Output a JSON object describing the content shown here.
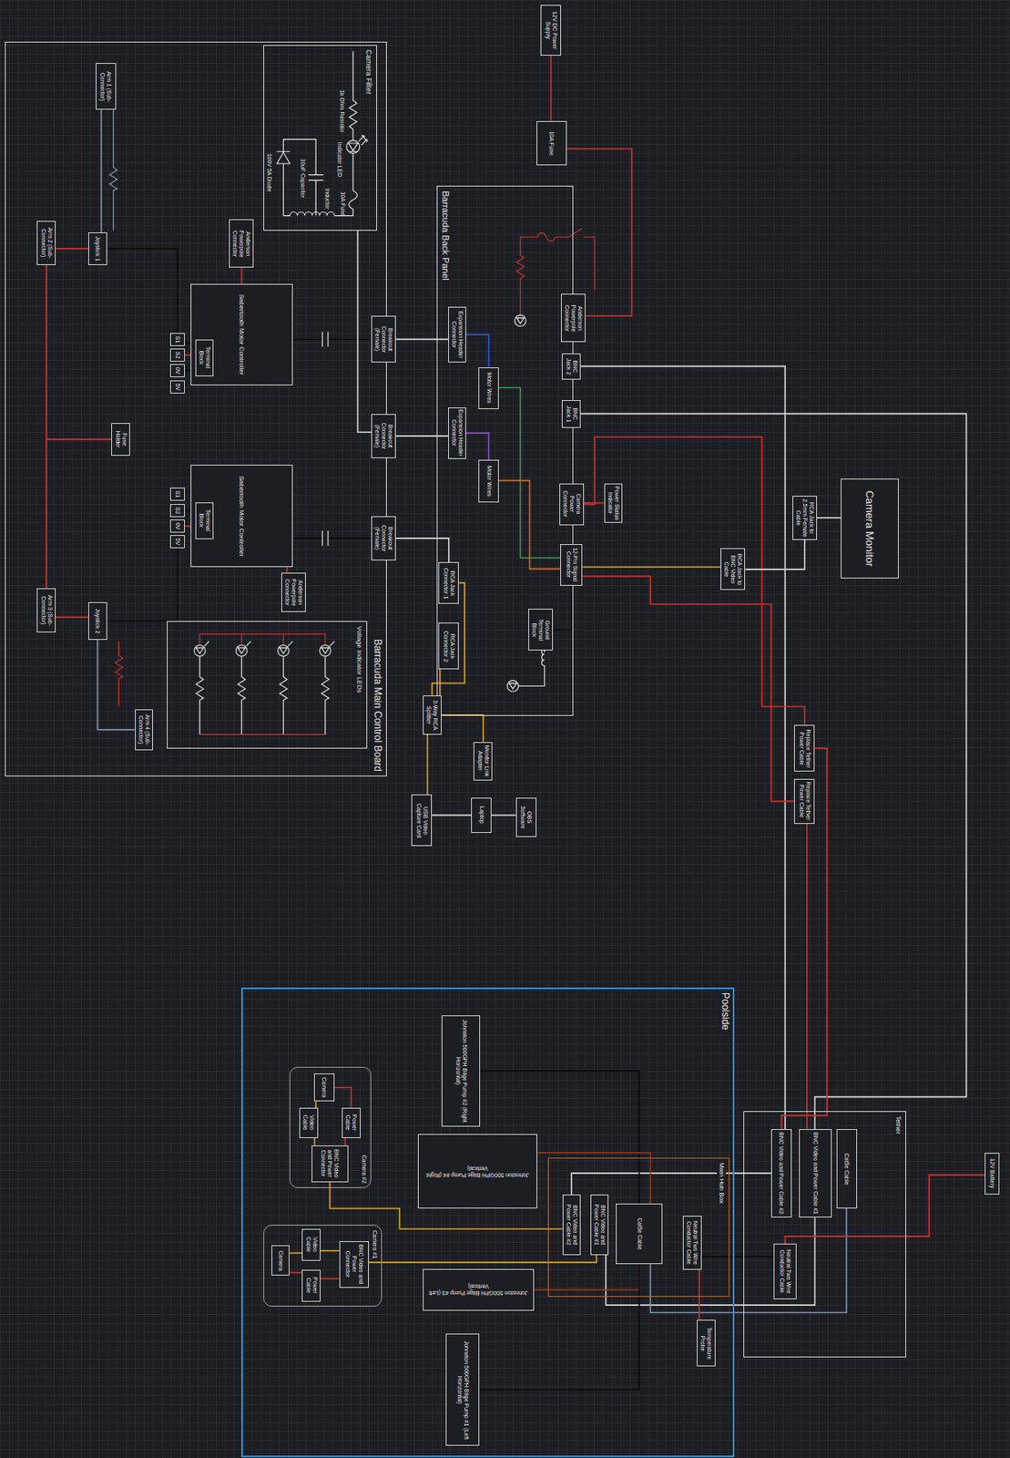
{
  "diagram": {
    "nodes": [
      {
        "text": [
          "Barracuda Main Control Board"
        ]
      },
      {
        "text": [
          "Camera Filter"
        ],
        "in": 0
      },
      {
        "text": [
          "Arm 1 (Sub-Connector)"
        ],
        "in": 0
      },
      {
        "text": [
          "Arm 2 (Sub-Connector)"
        ],
        "in": 0
      },
      {
        "text": [
          "Joystick 1"
        ],
        "in": 0
      },
      {
        "text": [
          "Anderson Powerpole Connector"
        ],
        "in": 0
      },
      {
        "text": [
          "Sabertooth Motor Controller"
        ],
        "in": 0
      },
      {
        "text": [
          "Terminal Block"
        ],
        "in": 6
      },
      {
        "text": [
          "S1"
        ],
        "in": 0
      },
      {
        "text": [
          "S2"
        ],
        "in": 0
      },
      {
        "text": [
          "0V"
        ],
        "in": 0
      },
      {
        "text": [
          "5V"
        ],
        "in": 0
      },
      {
        "text": [
          "Fuse Holder"
        ],
        "in": 0
      },
      {
        "text": [
          "Sabertooth Motor Controller"
        ],
        "in": 0
      },
      {
        "text": [
          "Terminal Block"
        ],
        "in": 13
      },
      {
        "text": [
          "S1"
        ],
        "in": 0
      },
      {
        "text": [
          "S2"
        ],
        "in": 0
      },
      {
        "text": [
          "0V"
        ],
        "in": 0
      },
      {
        "text": [
          "5V"
        ],
        "in": 0
      },
      {
        "text": [
          "Arm 3 (Sub-Connector)"
        ],
        "in": 0
      },
      {
        "text": [
          "Joystick 2"
        ],
        "in": 0
      },
      {
        "text": [
          "Arm 4 (Sub-Connector)"
        ],
        "in": 0
      },
      {
        "text": [
          "Anderson Powerpole Connector"
        ],
        "in": 0
      },
      {
        "text": [
          "Voltage Indicator LEDs"
        ],
        "in": 0
      },
      {
        "text": [
          "Breakout Connector (Female)"
        ],
        "in": 0
      },
      {
        "text": [
          "Breakout Connector (Female)"
        ],
        "in": 0
      },
      {
        "text": [
          "Breakout Connector (Female)"
        ],
        "in": 0
      },
      {
        "text": [
          "Barracuda Back Panel"
        ]
      },
      {
        "text": [
          "Expansion Header Connector"
        ],
        "in": 27
      },
      {
        "text": [
          "Anderson Powerpole Connector"
        ],
        "in": 27
      },
      {
        "text": [
          "BNC Jack 2"
        ],
        "in": 27
      },
      {
        "text": [
          "BNC Jack 1"
        ],
        "in": 27
      },
      {
        "text": [
          "Motor Wires"
        ],
        "in": 27
      },
      {
        "text": [
          "Expansion Header Connector"
        ],
        "in": 27
      },
      {
        "text": [
          "Motor Wires"
        ],
        "in": 27
      },
      {
        "text": [
          "Camera Power Connector"
        ],
        "in": 27
      },
      {
        "text": [
          "Power Status Indicator"
        ]
      },
      {
        "text": [
          "12-Pin Signal Connector"
        ],
        "in": 27
      },
      {
        "text": [
          "RCA Jack Connector 1"
        ],
        "in": 27
      },
      {
        "text": [
          "RCA Jack Connector 2"
        ],
        "in": 27
      },
      {
        "text": [
          "Ground Terminal Block"
        ],
        "in": 27
      },
      {
        "text": [
          "3-Way RCA Splitter"
        ]
      },
      {
        "text": [
          "Monitor Link Adapter"
        ]
      },
      {
        "text": [
          "USB Video Capture Card"
        ]
      },
      {
        "text": [
          "Laptop"
        ]
      },
      {
        "text": [
          "OBS Software"
        ]
      },
      {
        "text": [
          "12V DC Power Supply"
        ]
      },
      {
        "text": [
          "10A Fuse"
        ]
      },
      {
        "text": [
          "Camera Monitor"
        ]
      },
      {
        "text": [
          "RCA Jack to 2.5mm Female Cable"
        ]
      },
      {
        "text": [
          "RCA Jack to BNC Video Cable"
        ]
      },
      {
        "text": [
          "Replace Tether Power Cable"
        ]
      },
      {
        "text": [
          "Replace Tether Power Cable"
        ]
      },
      {
        "text": [
          "Tether"
        ]
      },
      {
        "text": [
          "BNC Video and Power Cable #2"
        ],
        "in": 53
      },
      {
        "text": [
          "BNC Video and Power Cable #1"
        ],
        "in": 53
      },
      {
        "text": [
          "Cat5e Cable"
        ],
        "in": 53
      },
      {
        "text": [
          "Neutral Two Wire Conductor Cable"
        ],
        "in": 53
      },
      {
        "text": [
          "12V Battery"
        ]
      },
      {
        "text": [
          "Poolside"
        ]
      },
      {
        "text": [
          "Johnston 500GPH Bilge Pump #2 (Right Horizontal)"
        ],
        "in": 59
      },
      {
        "text": [
          "Johnston 500GPH Bilge Pump #4 (Right Vertical)"
        ],
        "in": 59
      },
      {
        "text": [
          "Camera #2"
        ],
        "in": 59
      },
      {
        "text": [
          "Camera"
        ],
        "in": 62
      },
      {
        "text": [
          "Video Cable"
        ],
        "in": 62
      },
      {
        "text": [
          "Power Cable"
        ],
        "in": 62
      },
      {
        "text": [
          "BNC Video and Power Connector"
        ],
        "in": 62
      },
      {
        "text": [
          "Camera #1"
        ],
        "in": 59
      },
      {
        "text": [
          "Camera"
        ],
        "in": 67
      },
      {
        "text": [
          "Video Cable"
        ],
        "in": 67
      },
      {
        "text": [
          "Power Cable"
        ],
        "in": 67
      },
      {
        "text": [
          "BNC Video and Power Connector"
        ],
        "in": 67
      },
      {
        "text": [
          "Main Hub Box"
        ],
        "in": 59
      },
      {
        "text": [
          "BNC Video and Power Cable #2"
        ],
        "in": 72
      },
      {
        "text": [
          "BNC Video and Power Cable #1"
        ],
        "in": 72
      },
      {
        "text": [
          "Cat5e Cable"
        ],
        "in": 72
      },
      {
        "text": [
          "Neutral Two Wire Conductor Cable"
        ],
        "in": 72
      },
      {
        "text": [
          "Johnston 500GPH Bilge Pump #3 (Left Vertical)"
        ],
        "in": 59
      },
      {
        "text": [
          "Temperature Probe"
        ],
        "in": 59
      },
      {
        "text": [
          "Johnston 500GPH Bilge Pump #1 (Left Horizontal)"
        ],
        "in": 59
      }
    ],
    "edges": [
      {
        "from": 46,
        "to": 47,
        "arrow": "none"
      },
      {
        "from": 47,
        "to": 29,
        "arrow": "none"
      },
      {
        "from": 24,
        "to": 28,
        "arrow": "none"
      },
      {
        "from": 25,
        "to": 33,
        "arrow": "none"
      },
      {
        "from": 26,
        "to": 38,
        "arrow": "none"
      },
      {
        "from": 5,
        "to": 6,
        "arrow": "none"
      },
      {
        "from": 22,
        "to": 13,
        "arrow": "none"
      },
      {
        "from": 6,
        "to": 24,
        "arrow": "none"
      },
      {
        "from": 13,
        "to": 26,
        "arrow": "none"
      },
      {
        "from": 25,
        "to": 1,
        "arrow": "none"
      },
      {
        "from": 2,
        "to": 4,
        "arrow": "none"
      },
      {
        "from": 3,
        "to": 4,
        "arrow": "none"
      },
      {
        "from": 19,
        "to": 20,
        "arrow": "none"
      },
      {
        "from": 21,
        "to": 20,
        "arrow": "none"
      },
      {
        "from": 4,
        "to": 8,
        "arrow": "none"
      },
      {
        "from": 20,
        "to": 18,
        "arrow": "none"
      },
      {
        "from": 8,
        "to": 7,
        "arrow": "none"
      },
      {
        "from": 9,
        "to": 7,
        "arrow": "none"
      },
      {
        "from": 10,
        "to": 7,
        "arrow": "none"
      },
      {
        "from": 16,
        "to": 14,
        "arrow": "none"
      },
      {
        "from": 17,
        "to": 14,
        "arrow": "none"
      },
      {
        "from": 12,
        "to": 3,
        "arrow": "none"
      },
      {
        "from": 12,
        "to": 19,
        "arrow": "none"
      },
      {
        "from": 30,
        "to": 54,
        "arrow": "none"
      },
      {
        "from": 31,
        "to": 55,
        "arrow": "none"
      },
      {
        "from": 51,
        "to": 35,
        "arrow": "none"
      },
      {
        "from": 52,
        "to": 37,
        "arrow": "none"
      },
      {
        "from": 50,
        "to": 49,
        "arrow": "none"
      },
      {
        "from": 49,
        "to": 48,
        "arrow": "none"
      },
      {
        "from": 38,
        "to": 41,
        "arrow": "none"
      },
      {
        "from": 39,
        "to": 41,
        "arrow": "none"
      },
      {
        "from": 41,
        "to": 43,
        "arrow": "none"
      },
      {
        "from": 43,
        "to": 44,
        "arrow": "none"
      },
      {
        "from": 44,
        "to": 45,
        "arrow": "none"
      },
      {
        "from": 41,
        "to": 42,
        "arrow": "none"
      },
      {
        "from": 36,
        "to": 35,
        "arrow": "none"
      },
      {
        "from": 40,
        "to": 37,
        "arrow": "none"
      },
      {
        "from": 32,
        "to": 37,
        "arrow": "none"
      },
      {
        "from": 34,
        "to": 37,
        "arrow": "none"
      },
      {
        "from": 28,
        "to": 32,
        "arrow": "none"
      },
      {
        "from": 33,
        "to": 34,
        "arrow": "none"
      },
      {
        "from": 51,
        "to": 54,
        "arrow": "none"
      },
      {
        "from": 52,
        "to": 55,
        "arrow": "none"
      },
      {
        "from": 54,
        "to": 73,
        "arrow": "none"
      },
      {
        "from": 55,
        "to": 74,
        "arrow": "none"
      },
      {
        "from": 56,
        "to": 75,
        "arrow": "none"
      },
      {
        "from": 57,
        "to": 76,
        "arrow": "none"
      },
      {
        "from": 58,
        "to": 57,
        "arrow": "none"
      },
      {
        "from": 73,
        "to": 66,
        "arrow": "none"
      },
      {
        "from": 74,
        "to": 71,
        "arrow": "none"
      },
      {
        "from": 60,
        "to": 75,
        "arrow": "none"
      },
      {
        "from": 61,
        "to": 75,
        "arrow": "none"
      },
      {
        "from": 77,
        "to": 75,
        "arrow": "none"
      },
      {
        "from": 79,
        "to": 75,
        "arrow": "none"
      },
      {
        "from": 76,
        "to": 78,
        "arrow": "none"
      },
      {
        "from": 63,
        "to": 64,
        "arrow": "none"
      },
      {
        "from": 63,
        "to": 65,
        "arrow": "none"
      },
      {
        "from": 64,
        "to": 66,
        "arrow": "none"
      },
      {
        "from": 65,
        "to": 66,
        "arrow": "none"
      },
      {
        "from": 68,
        "to": 69,
        "arrow": "none"
      },
      {
        "from": 68,
        "to": 70,
        "arrow": "none"
      },
      {
        "from": 69,
        "to": 71,
        "arrow": "none"
      },
      {
        "from": 70,
        "to": 71,
        "arrow": "none"
      },
      {
        "from": 37,
        "to": 50,
        "arrow": "none"
      }
    ],
    "labels": [
      "1k Ohm Resistor",
      "Indicator LED",
      "10A Fuse",
      "10uF Capacitor",
      "100V 5A Diode",
      "Inductor"
    ]
  }
}
